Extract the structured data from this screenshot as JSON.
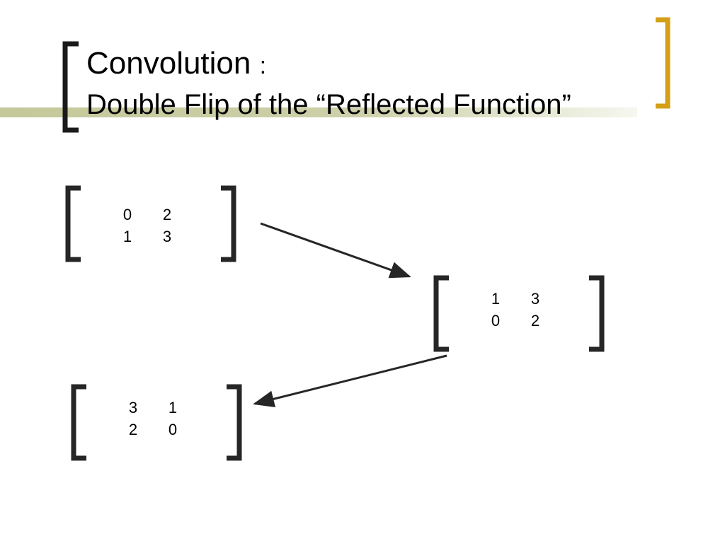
{
  "slide": {
    "title": "Convolution",
    "title_colon": ":",
    "subtitle": "Double Flip of the “Reflected Function”"
  },
  "colors": {
    "title_bracket_left": "#1a1a1a",
    "title_bracket_right": "#d4a017",
    "accent_bar": "#c4c89a",
    "matrix_bracket": "#262626",
    "arrow": "#262626"
  },
  "matrices": {
    "original": {
      "row1": [
        "0",
        "2"
      ],
      "row2": [
        "1",
        "3"
      ]
    },
    "first_flip": {
      "row1": [
        "1",
        "3"
      ],
      "row2": [
        "0",
        "2"
      ]
    },
    "double_flip": {
      "row1": [
        "3",
        "1"
      ],
      "row2": [
        "2",
        "0"
      ]
    }
  }
}
